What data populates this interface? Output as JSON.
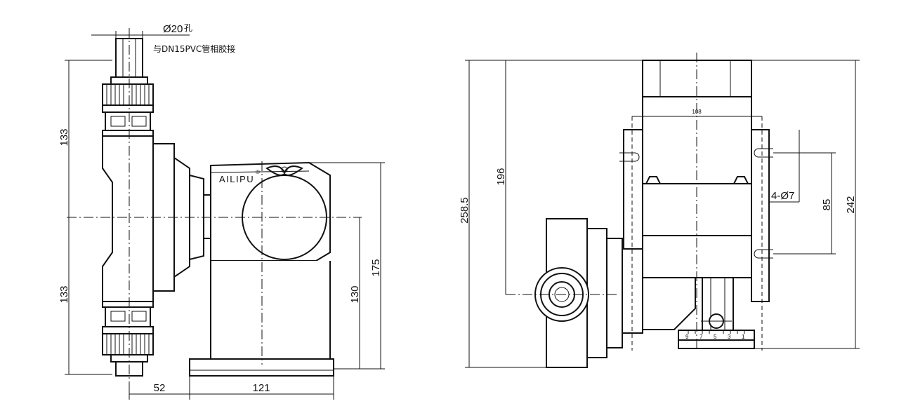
{
  "note": {
    "hole": "Ø20",
    "hole_suffix": "孔",
    "connection": "与DN15PVC管相胶接"
  },
  "brand": {
    "name": "AILIPU",
    "mark": "®"
  },
  "front_view": {
    "dims": {
      "upper_height": "133",
      "lower_height": "133",
      "offset": "52",
      "base_width": "121",
      "center_height": "130",
      "total_height": "175"
    }
  },
  "side_view": {
    "dims": {
      "overall_height": "258.5",
      "inlet_height": "196",
      "width": "108",
      "holes": "4-Ø7",
      "hole_spacing": "85",
      "body_height": "242"
    },
    "scale_labels": [
      "9",
      "7",
      "5",
      "3",
      "1"
    ]
  }
}
